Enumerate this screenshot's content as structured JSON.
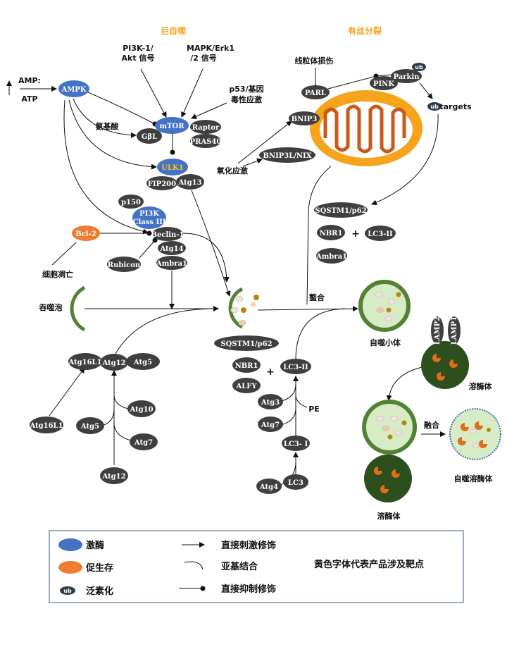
{
  "titles": {
    "macroautophagy": "巨自噬",
    "mitophagy": "有丝分裂"
  },
  "labels": {
    "amp": "AMP:",
    "atp": "ATP",
    "pi3k_akt_1": "PI3K-1/",
    "pi3k_akt_2": "Akt 信号",
    "mapk_1": "MAPK/Erk1",
    "mapk_2": "/2 信号",
    "p53_1": "p53/基因",
    "p53_2": "毒性应激",
    "amino_acid": "氨基酸",
    "oxidative_stress": "氧化应激",
    "mito_damage": "线粒体损伤",
    "targets": "targets",
    "apoptosis": "细胞凋亡",
    "phagophore": "吞噬泡",
    "sequestration": "螯合",
    "plus1": "+",
    "plus2": "+",
    "pe": "PE",
    "autophagosome": "自噬小体",
    "lysosome1": "溶酶体",
    "lysosome2": "溶酶体",
    "fusion": "融合",
    "autolysosome": "自噬溶酶体"
  },
  "nodes": {
    "ampk": "AMPK",
    "mtor": "mTOR",
    "gbl": "GβL",
    "raptor": "Raptor",
    "pras40": "PRAS40",
    "ulk1": "ULK1",
    "fip200": "FIP200",
    "atg13": "Atg13",
    "p150": "p150",
    "pi3k1": "PI3K",
    "pi3k2": "Class III",
    "beclin": "Beclin-1",
    "bcl2": "Bcl-2",
    "atg14": "Atg14",
    "rubicon": "Rubicon",
    "ambra1": "Ambra1",
    "parl": "PARL",
    "pink": "PINK",
    "parkin": "Parkin",
    "ub1": "ub",
    "ub2": "ub",
    "bnip3": "BNIP3",
    "bnip3l": "BNIP3L/NIX",
    "sqstm_top": "SQSTM1/p62",
    "nbr1_top": "NBR1",
    "lc3ii_top": "LC3-II",
    "ambra_top": "Ambra1",
    "sqstm_mid": "SQSTM1/p62",
    "nbr1_mid": "NBR1",
    "alfy": "ALFY",
    "lc3ii": "LC3-II",
    "atg3": "Atg3",
    "atg7a": "Atg7",
    "lc3i": "LC3- I",
    "atg4": "Atg4",
    "lc3": "LC3",
    "atg16l1_top": "Atg16L1",
    "atg12_top": "Atg12",
    "atg5_top": "Atg5",
    "atg10": "Atg10",
    "atg16l1_bot": "Atg16L1",
    "atg5_bot": "Atg5",
    "atg7b": "Atg7",
    "atg12_bot": "Atg12",
    "lamp2": "LAMP2",
    "lamp1": "LAMP1"
  },
  "legend": {
    "kinase": "激酶",
    "pro_survival": "促生存",
    "ubiquitination": "泛素化",
    "ub_badge": "ub",
    "direct_stim": "直接刺激修饰",
    "subunit_binding": "亚基结合",
    "direct_inhib": "直接抑制修饰",
    "note": "黄色字体代表产品涉及靶点"
  },
  "colors": {
    "kinase": "#4472c4",
    "pro_survival": "#ed7d31",
    "protein": "#3f3f3f",
    "mito_outer": "#f5a41c",
    "mito_inner": "#c85a1a",
    "vesicle_ring": "#548235",
    "vesicle_fill": "#d6ebc6",
    "lysosome_fill": "#2d4f1e",
    "target_text": "#f5c518",
    "title_text": "#f5a41c"
  }
}
